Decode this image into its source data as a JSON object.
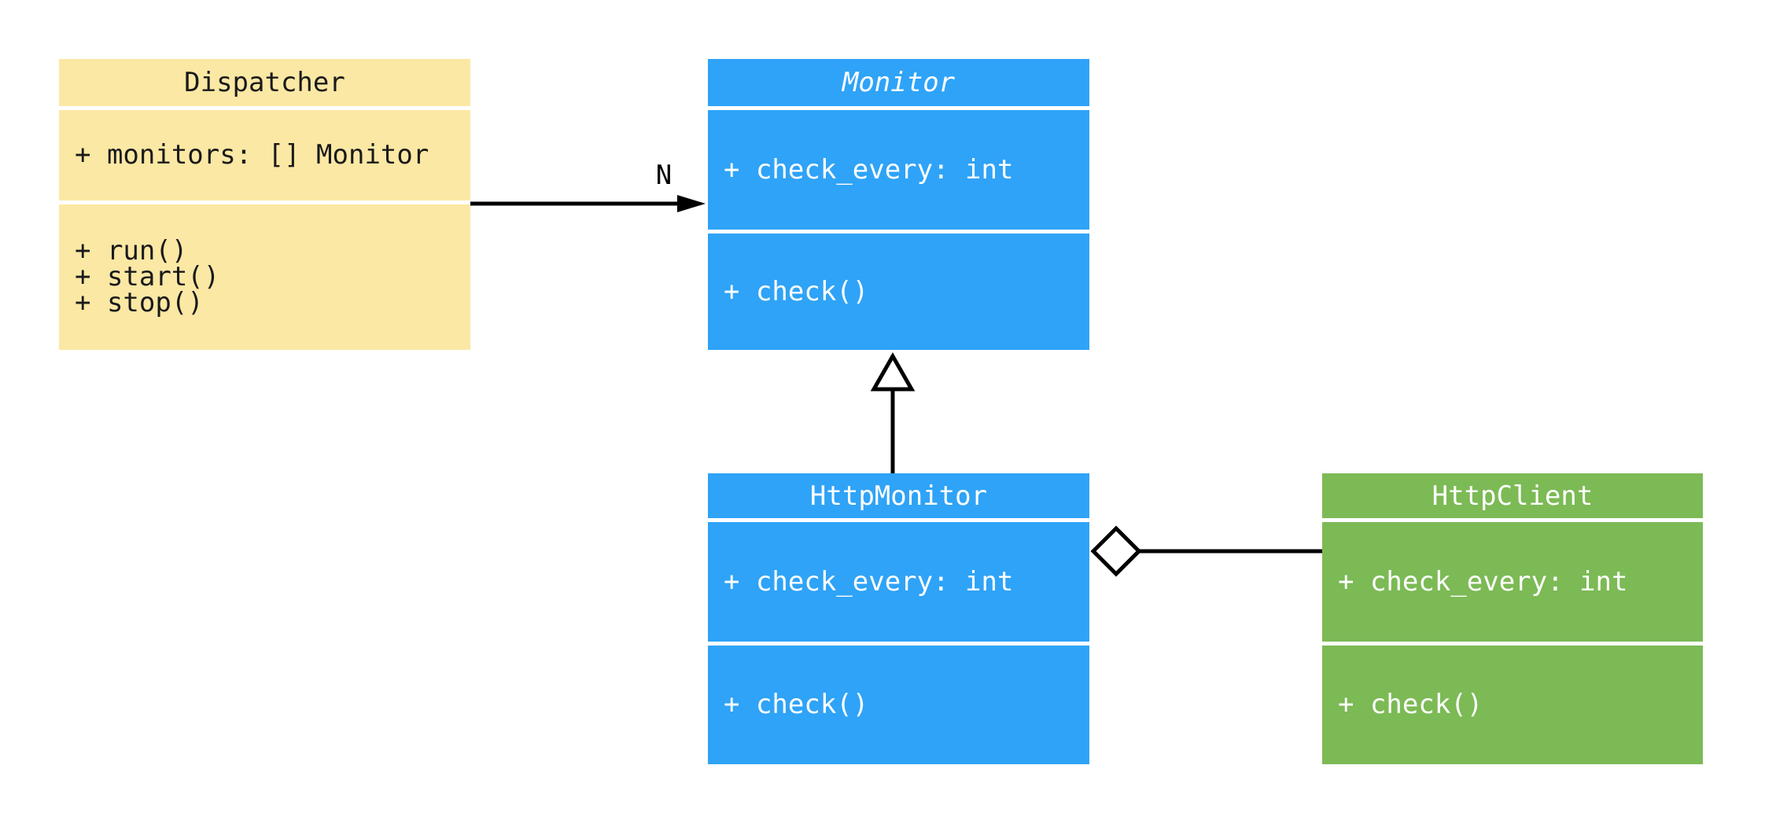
{
  "diagram": {
    "background": "#FFFFFF",
    "classes": [
      {
        "name": "Dispatcher",
        "abstract": false,
        "fill": "#FBE8A4",
        "text_color": "#1A1A1A",
        "attributes": [
          "+ monitors: [] Monitor"
        ],
        "methods": [
          "+ run()",
          "+ start()",
          "+ stop()"
        ]
      },
      {
        "name": "Monitor",
        "abstract": true,
        "fill": "#2FA3F7",
        "text_color": "#FFFFFF",
        "attributes": [
          "+ check_every: int"
        ],
        "methods": [
          "+ check()"
        ]
      },
      {
        "name": "HttpMonitor",
        "abstract": false,
        "fill": "#2FA3F7",
        "text_color": "#FFFFFF",
        "attributes": [
          "+ check_every: int"
        ],
        "methods": [
          "+ check()"
        ]
      },
      {
        "name": "HttpClient",
        "abstract": false,
        "fill": "#7CBA55",
        "text_color": "#FFFFFF",
        "attributes": [
          "+ check_every: int"
        ],
        "methods": [
          "+ check()"
        ]
      }
    ],
    "relationships": [
      {
        "type": "association",
        "from": "Dispatcher",
        "to": "Monitor",
        "multiplicity": "N",
        "arrow": "filled-arrowhead"
      },
      {
        "type": "inheritance",
        "from": "HttpMonitor",
        "to": "Monitor",
        "arrow": "hollow-triangle"
      },
      {
        "type": "aggregation",
        "from": "HttpMonitor",
        "to": "HttpClient",
        "arrow": "hollow-diamond"
      }
    ],
    "colors": {
      "yellow": "#FBE8A4",
      "blue": "#2FA3F7",
      "green": "#7CBA55",
      "line": "#000000",
      "divider": "#FFFFFF"
    }
  }
}
